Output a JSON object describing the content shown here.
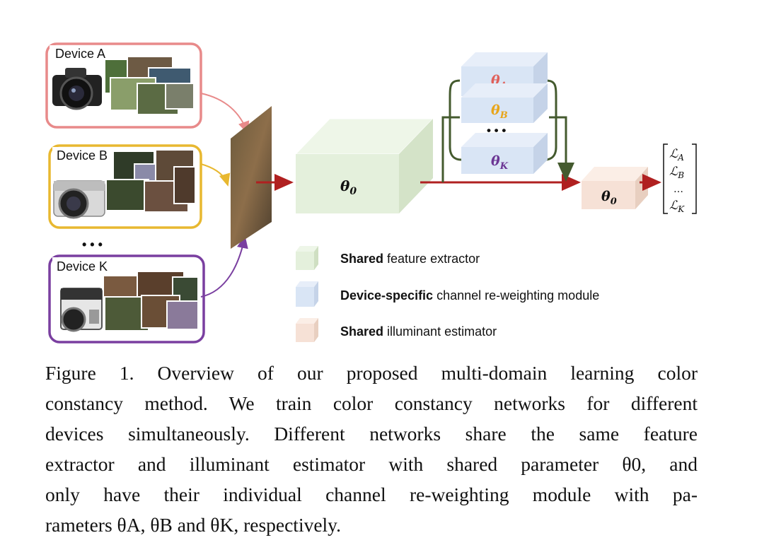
{
  "devices": [
    {
      "label": "Device A",
      "color": "#e88a8a"
    },
    {
      "label": "Device B",
      "color": "#e8b830"
    },
    {
      "label": "Device K",
      "color": "#7a3fa0"
    }
  ],
  "ellipsis": "• • •",
  "modules": {
    "shared_extractor_param": "θ0",
    "device_params": [
      "θA",
      "θB",
      "θK"
    ],
    "device_param_colors": [
      "#e0605a",
      "#e8a51a",
      "#6b3594"
    ],
    "estimator_param": "θ0",
    "losses": [
      "ℒA",
      "ℒB",
      "…",
      "ℒK"
    ]
  },
  "colors": {
    "feature_extractor": "#e4f0dc",
    "channel_module": "#d9e5f5",
    "estimator": "#f6e1d6",
    "flow_arrow": "#b02020",
    "branch_line": "#445a2e"
  },
  "legend": [
    {
      "bold": "Shared",
      "rest": " feature extractor",
      "color": "#e4f0dc"
    },
    {
      "bold": "Device-specific",
      "rest": " channel re-weighting module",
      "color": "#d9e5f5"
    },
    {
      "bold": "Shared",
      "rest": " illuminant estimator",
      "color": "#f6e1d6"
    }
  ],
  "caption": {
    "lines": [
      "Figure 1. Overview of our proposed multi-domain learning color",
      "constancy method. We train color constancy networks for different",
      "devices simultaneously. Different networks share the same feature",
      "extractor and illuminant estimator with shared parameter θ0, and",
      "only have their individual channel re-weighting module with pa-",
      "rameters θA, θB and θK, respectively."
    ]
  }
}
